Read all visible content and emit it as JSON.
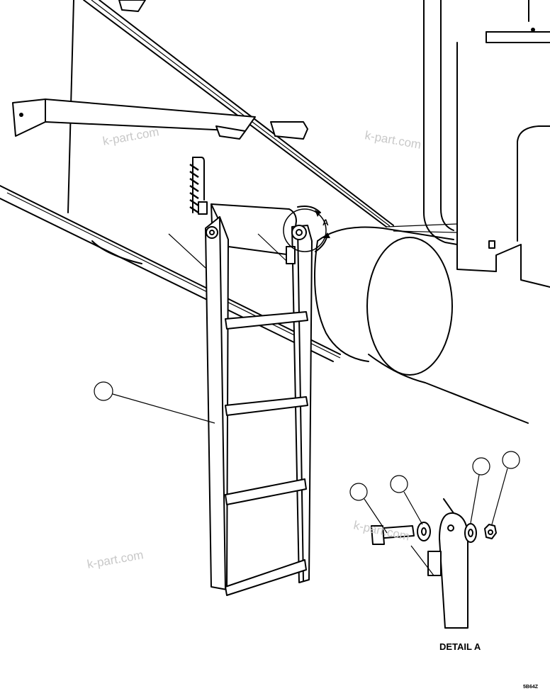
{
  "watermark": "k-part.com",
  "detail_label": "DETAIL A",
  "detail_marker": "A",
  "drawing_number": "5B64Z"
}
